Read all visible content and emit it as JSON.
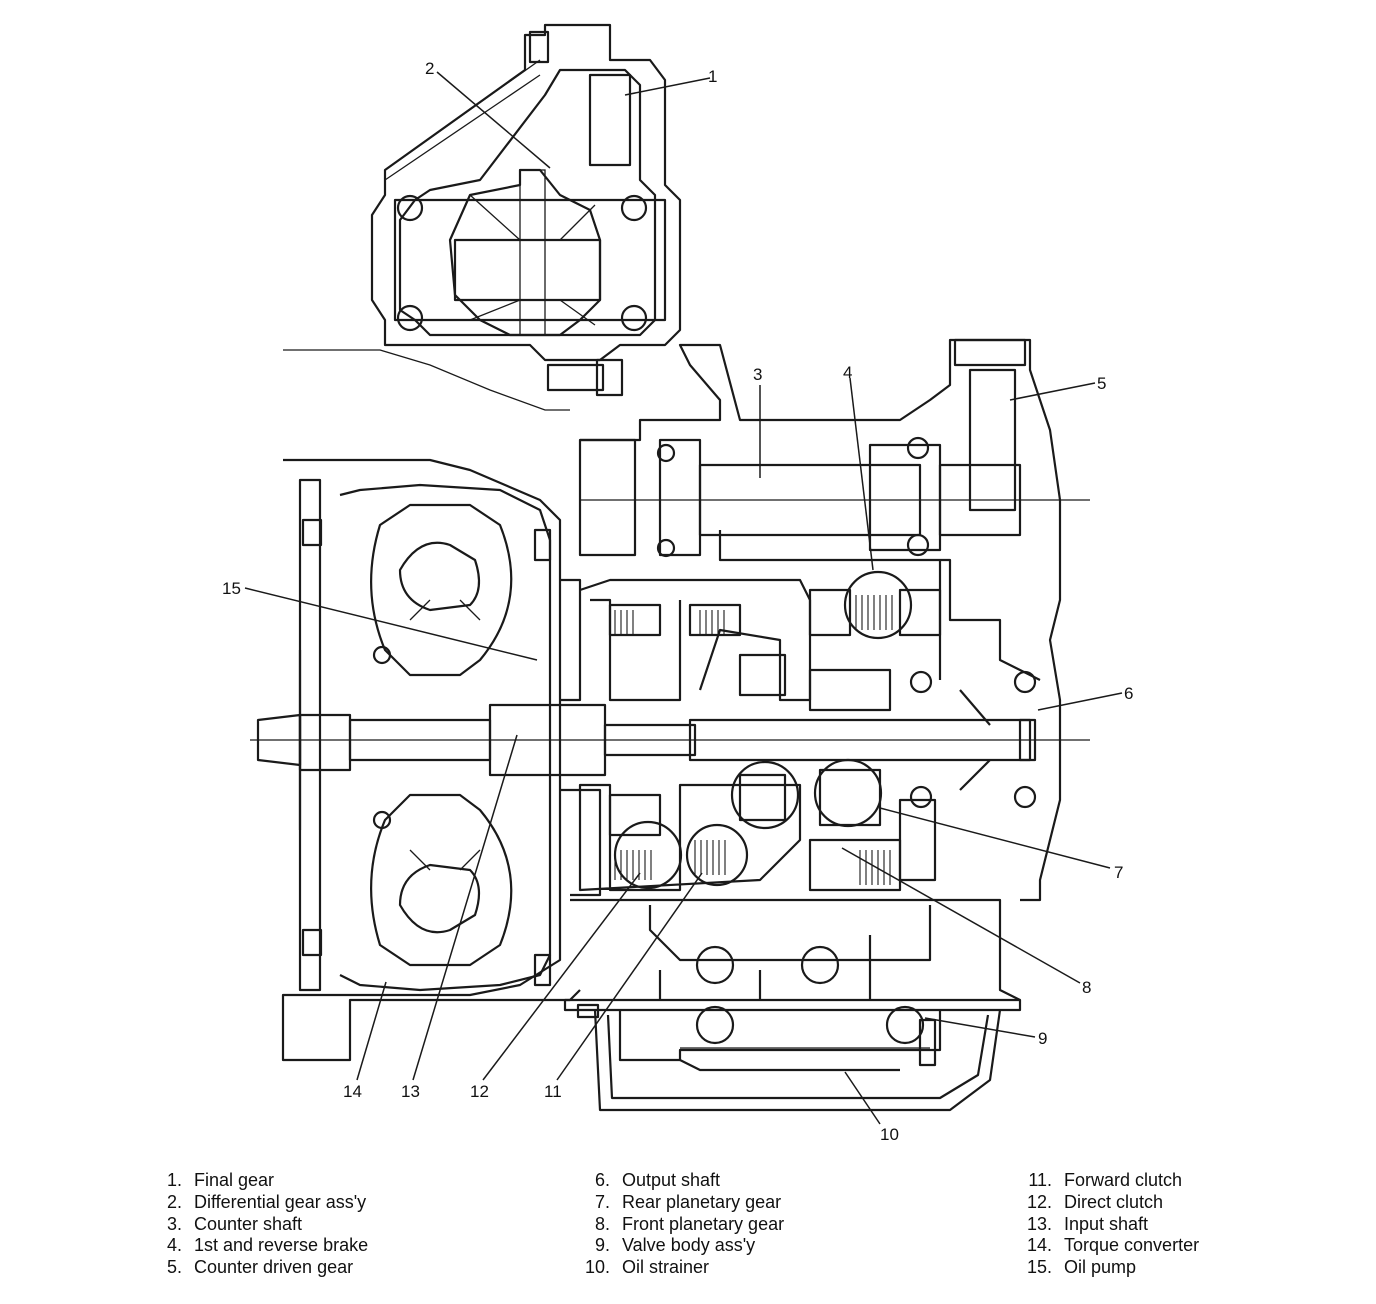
{
  "callouts": [
    {
      "num": "1",
      "name": "Final gear"
    },
    {
      "num": "2",
      "name": "Differential gear ass'y"
    },
    {
      "num": "3",
      "name": "Counter shaft"
    },
    {
      "num": "4",
      "name": "1st and reverse brake"
    },
    {
      "num": "5",
      "name": "Counter driven gear"
    },
    {
      "num": "6",
      "name": "Output shaft"
    },
    {
      "num": "7",
      "name": "Rear planetary gear"
    },
    {
      "num": "8",
      "name": "Front planetary gear"
    },
    {
      "num": "9",
      "name": "Valve body ass'y"
    },
    {
      "num": "10",
      "name": "Oil strainer"
    },
    {
      "num": "11",
      "name": "Forward clutch"
    },
    {
      "num": "12",
      "name": "Direct clutch"
    },
    {
      "num": "13",
      "name": "Input shaft"
    },
    {
      "num": "14",
      "name": "Torque converter"
    },
    {
      "num": "15",
      "name": "Oil pump"
    }
  ],
  "legend": {
    "col1": [
      {
        "num": "1.",
        "label": "Final gear"
      },
      {
        "num": "2.",
        "label": "Differential gear ass'y"
      },
      {
        "num": "3.",
        "label": "Counter shaft"
      },
      {
        "num": "4.",
        "label": "1st and reverse brake"
      },
      {
        "num": "5.",
        "label": "Counter driven gear"
      }
    ],
    "col2": [
      {
        "num": "6.",
        "label": "Output shaft"
      },
      {
        "num": "7.",
        "label": "Rear planetary gear"
      },
      {
        "num": "8.",
        "label": "Front planetary gear"
      },
      {
        "num": "9.",
        "label": "Valve body ass'y"
      },
      {
        "num": "10.",
        "label": "Oil strainer"
      }
    ],
    "col3": [
      {
        "num": "11.",
        "label": "Forward clutch"
      },
      {
        "num": "12.",
        "label": "Direct clutch"
      },
      {
        "num": "13.",
        "label": "Input shaft"
      },
      {
        "num": "14.",
        "label": "Torque converter"
      },
      {
        "num": "15.",
        "label": "Oil pump"
      }
    ]
  }
}
